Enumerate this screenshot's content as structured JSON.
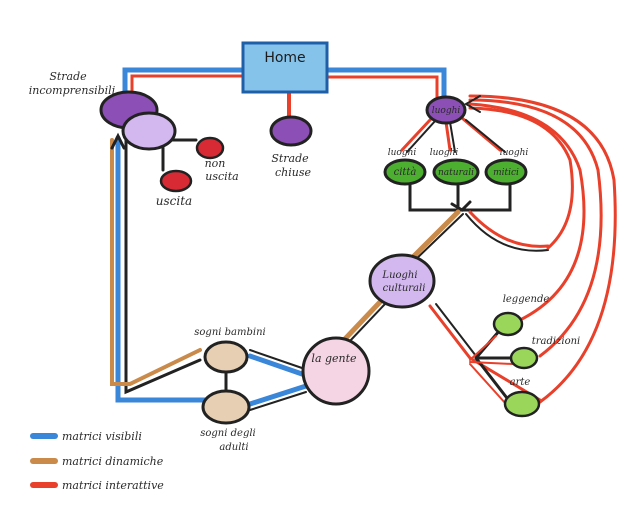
{
  "diagram": {
    "nodes": {
      "home": "Home",
      "strade_incomprensibili": [
        "Strade",
        "incomprensibili"
      ],
      "non_uscita": [
        "non",
        "uscita"
      ],
      "uscita": "uscita",
      "strade_chiuse": [
        "Strade",
        "chiuse"
      ],
      "luoghi": "luoghi",
      "luoghi_citta": [
        "luoghi",
        "città"
      ],
      "luoghi_naturali": [
        "luoghi",
        "naturali"
      ],
      "luoghi_mitici": [
        "luoghi",
        "mitici"
      ],
      "luoghi_culturali": [
        "Luoghi",
        "culturali"
      ],
      "la_gente": "la gente",
      "sogni_bambini": "sogni bambini",
      "sogni_adulti": [
        "sogni degli",
        "adulti"
      ],
      "leggende": "leggende",
      "tradizioni": "tradizioni",
      "arte": "arte"
    },
    "legend": [
      {
        "label": "matrici visibili",
        "color": "#3a86d8"
      },
      {
        "label": "matrici dinamiche",
        "color": "#c98a4a"
      },
      {
        "label": "matrici interattive",
        "color": "#e8402a"
      }
    ],
    "colors": {
      "home_fill": "#86c3ea",
      "purple": "#8c4fb5",
      "lilac": "#d2b8ee",
      "red": "#d72a35",
      "green": "#4caf2f",
      "light_green": "#9ad65a",
      "beige": "#e6cfb2",
      "pink": "#f5d5e3",
      "ink": "#222222"
    }
  }
}
